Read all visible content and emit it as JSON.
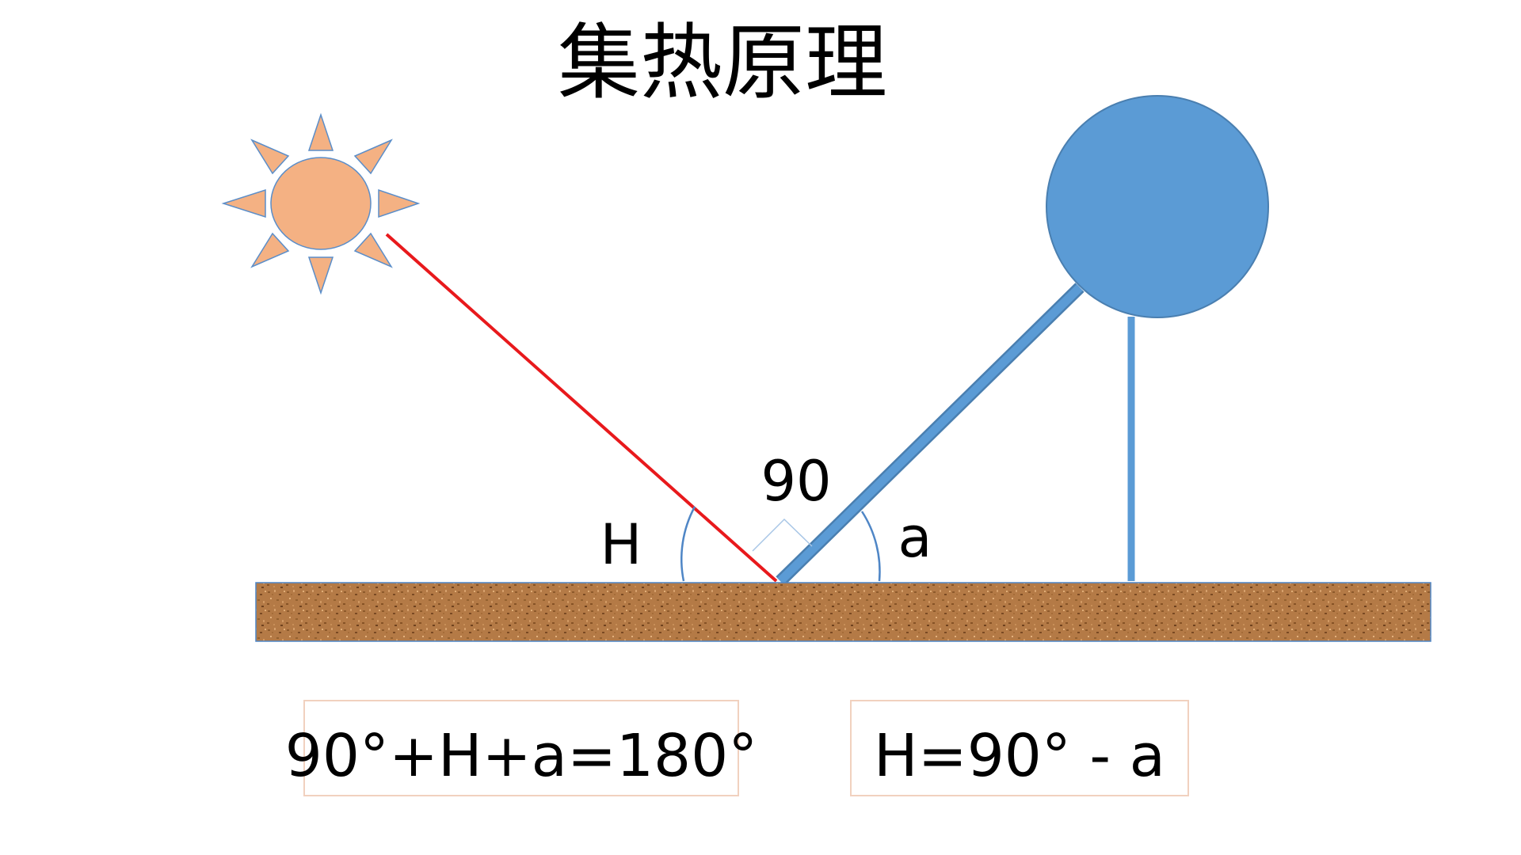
{
  "title": "集热原理",
  "labels": {
    "angle_h": "H",
    "angle_right": "90",
    "angle_a": "a"
  },
  "formulas": {
    "sum": "90°+H+a=180°",
    "relation": "H=90° - a"
  },
  "colors": {
    "sun_fill": "#f4b183",
    "sun_stroke": "#5b8ec9",
    "sun_ray": "#e8191c",
    "tank_fill": "#5b9bd5",
    "tank_stroke": "#4a7fb0",
    "ground_fill": "#b47a46",
    "formula_border": "#f1d1bf",
    "arc_stroke": "#4f86c6"
  },
  "icons": {
    "sun": "sun-icon",
    "water_tank": "water-tank-icon"
  }
}
